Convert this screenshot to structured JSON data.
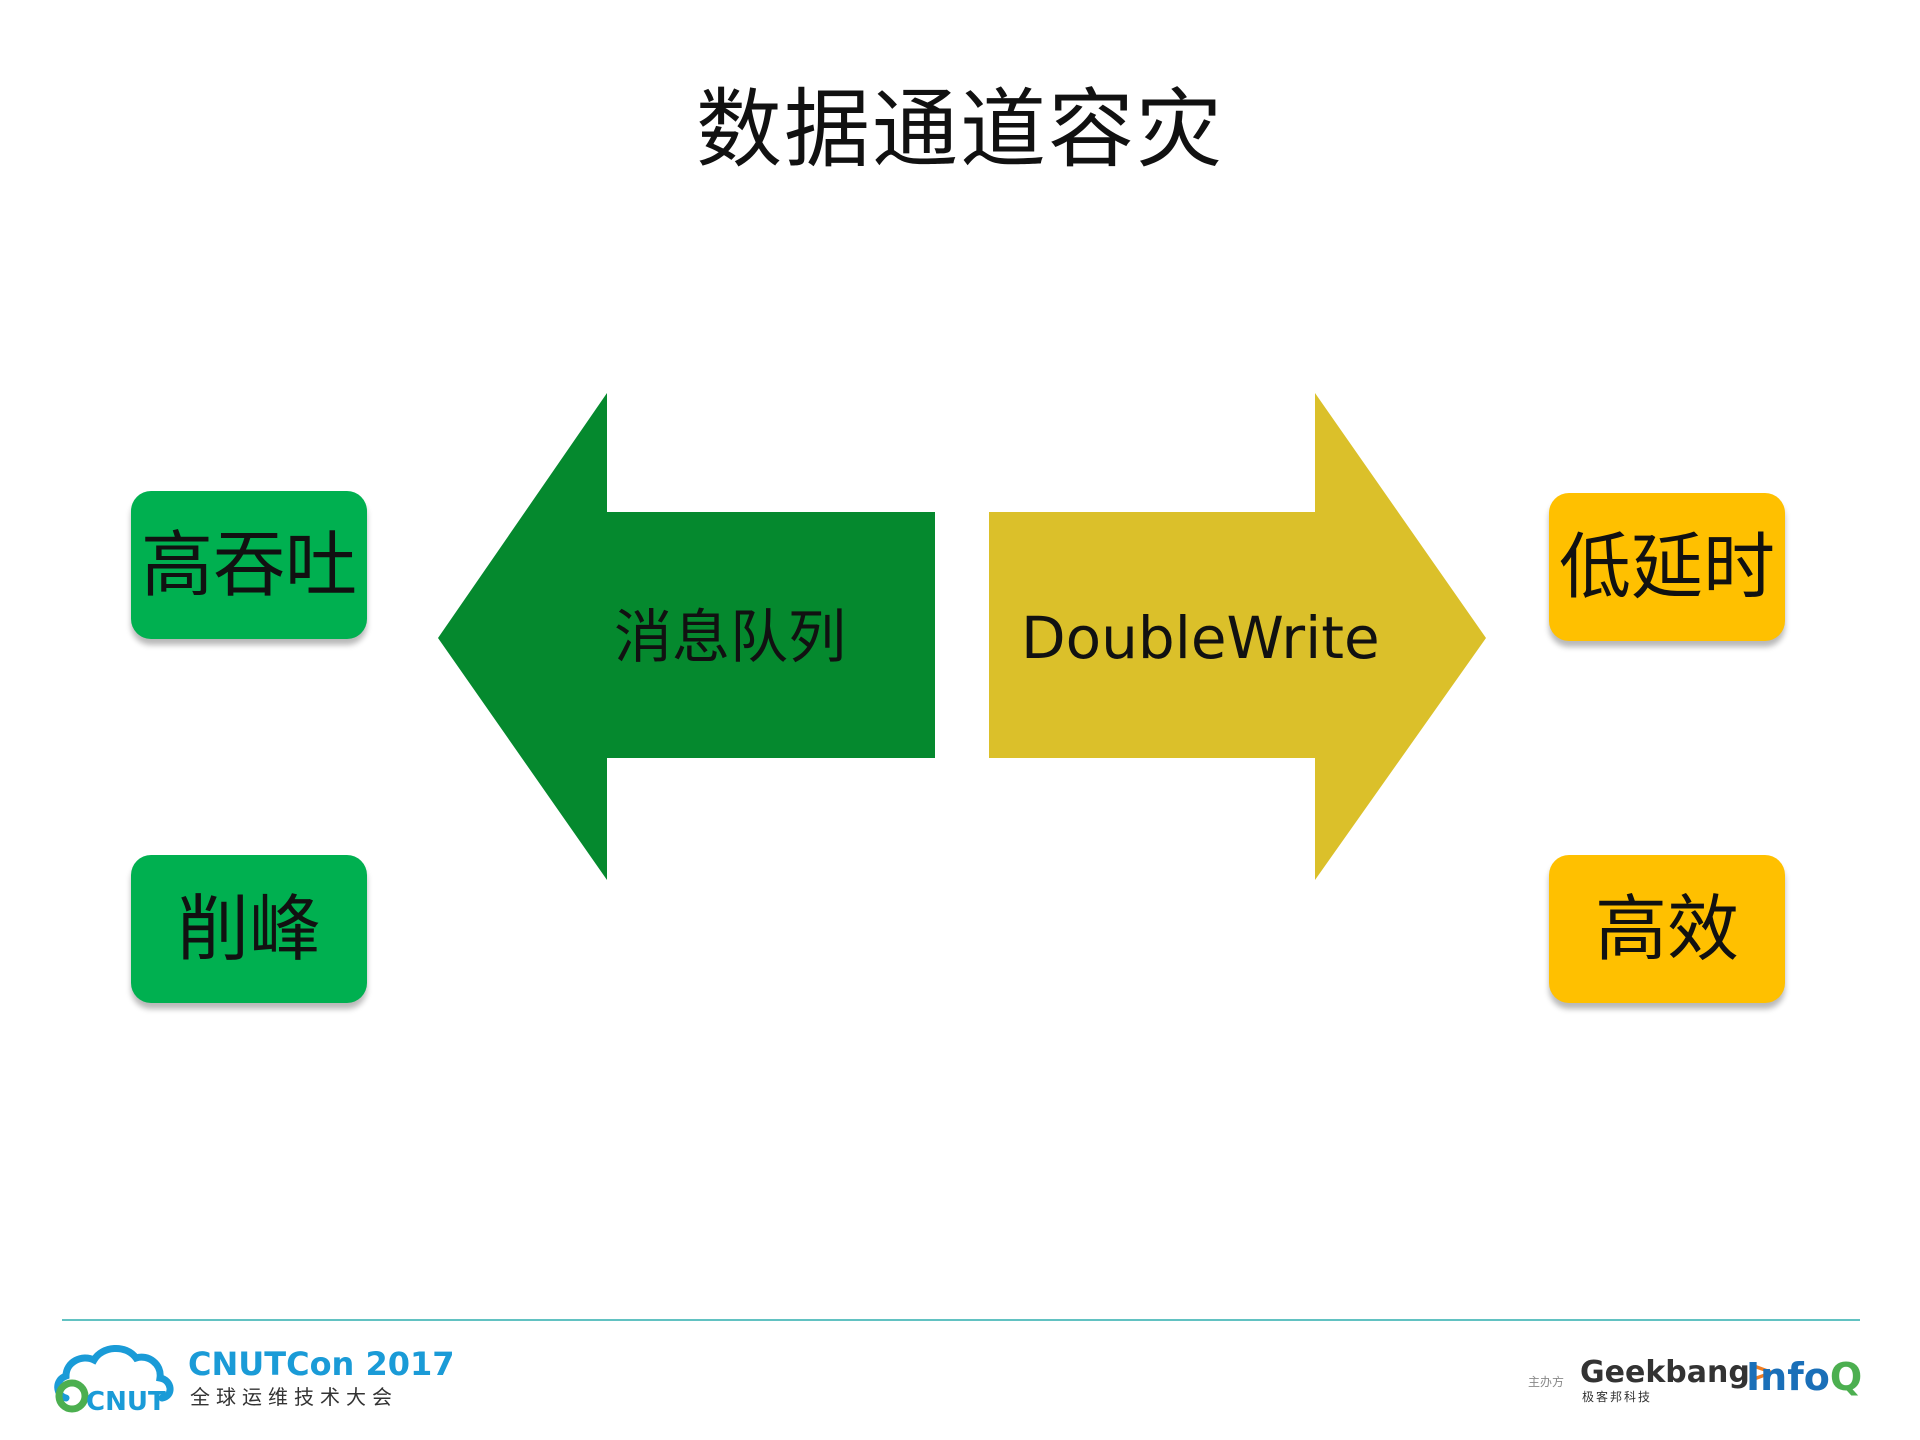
{
  "title": "数据通道容灾",
  "left_boxes": [
    {
      "label": "高吞吐"
    },
    {
      "label": "削峰"
    }
  ],
  "right_boxes": [
    {
      "label": "低延时"
    },
    {
      "label": "高效"
    }
  ],
  "left_arrow": {
    "label": "消息队列",
    "color": "#05892e"
  },
  "right_arrow": {
    "label": "DoubleWrite",
    "color": "#dbc02a"
  },
  "colors": {
    "green_box": "#00b050",
    "yellow_box": "#ffc000",
    "rule": "#62c2c2"
  },
  "footer": {
    "event_name": "CNUTCon 2017",
    "event_sub": "全球运维技术大会",
    "host_label": "主办方",
    "geekbang_name": "Geekbang",
    "geekbang_arrow": ">.",
    "geekbang_sub": "极客邦科技",
    "infoq_name": "Info",
    "infoq_q": "Q",
    "cnut_mark": "CNUT"
  }
}
